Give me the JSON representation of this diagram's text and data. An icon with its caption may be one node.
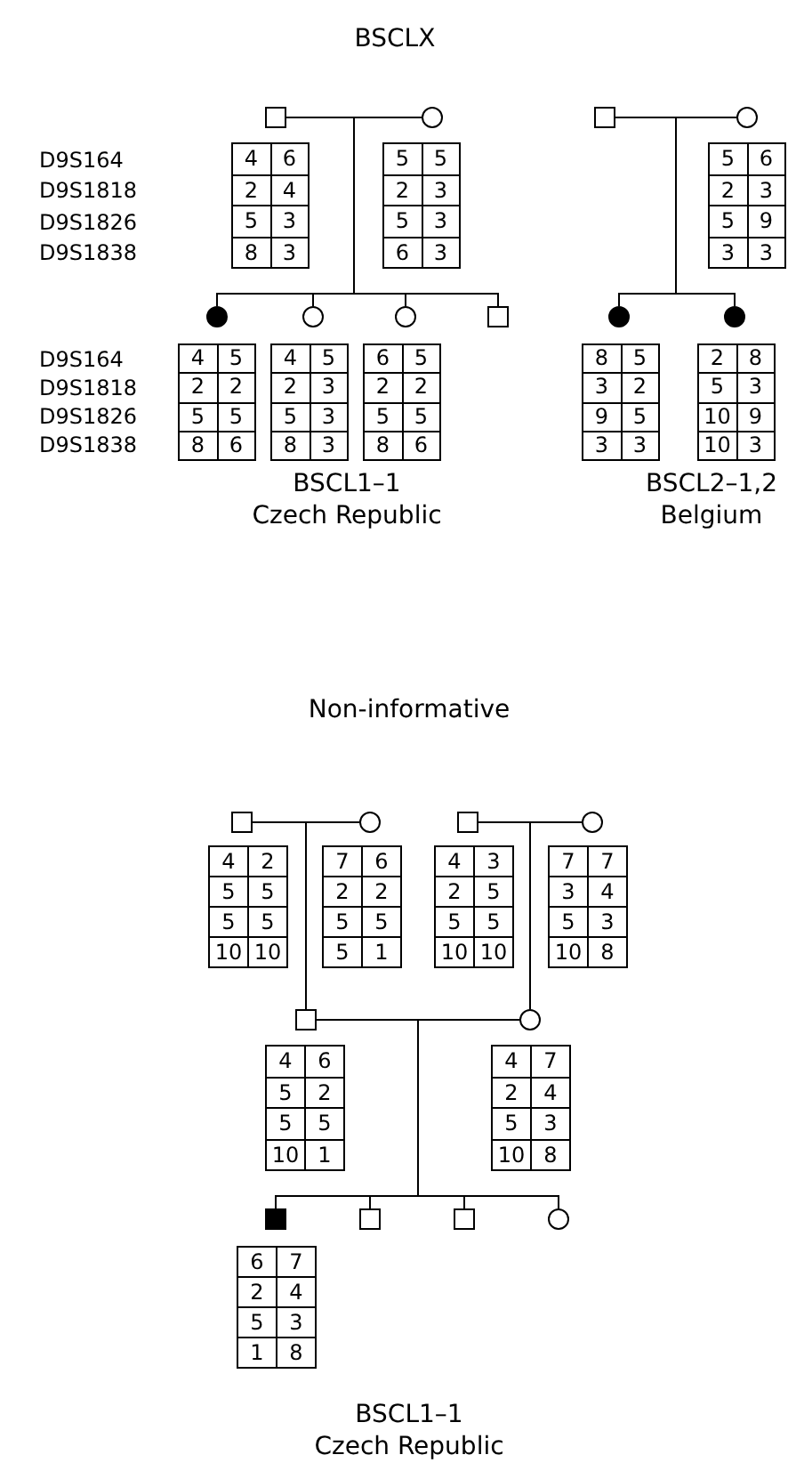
{
  "diagram": {
    "title": "BSCLX",
    "nodes": [
      {
        "text": [],
        "shape": "box",
        "beside": [
          "4",
          "6",
          "2",
          "4",
          "5",
          "3",
          "8",
          "3"
        ]
      },
      {
        "text": [],
        "shape": "circle",
        "beside": [
          "5",
          "5",
          "2",
          "3",
          "5",
          "3",
          "6",
          "3"
        ]
      },
      {
        "text": [],
        "shape": "box"
      },
      {
        "text": [],
        "shape": "circle",
        "beside": [
          "5",
          "6",
          "2",
          "3",
          "5",
          "9",
          "3",
          "3"
        ]
      },
      {
        "text": [],
        "shape": "circle",
        "beside": [
          "4",
          "5",
          "2",
          "2",
          "5",
          "5",
          "8",
          "6"
        ]
      },
      {
        "text": [],
        "shape": "circle",
        "beside": [
          "4",
          "5",
          "2",
          "3",
          "5",
          "3",
          "8",
          "3"
        ]
      },
      {
        "text": [],
        "shape": "circle",
        "beside": [
          "6",
          "5",
          "2",
          "2",
          "5",
          "5",
          "8",
          "6"
        ]
      },
      {
        "text": [],
        "shape": "box"
      },
      {
        "text": [],
        "shape": "circle",
        "beside": [
          "8",
          "5",
          "3",
          "2",
          "9",
          "5",
          "3",
          "3"
        ]
      },
      {
        "text": [],
        "shape": "circle",
        "beside": [
          "2",
          "8",
          "5",
          "3",
          "10",
          "9",
          "10",
          "3"
        ]
      },
      {
        "text": [],
        "shape": "box",
        "beside": [
          "4",
          "2",
          "5",
          "5",
          "5",
          "5",
          "10",
          "10"
        ]
      },
      {
        "text": [],
        "shape": "circle",
        "beside": [
          "7",
          "6",
          "2",
          "2",
          "5",
          "5",
          "5",
          "1"
        ]
      },
      {
        "text": [],
        "shape": "box",
        "beside": [
          "4",
          "3",
          "2",
          "5",
          "5",
          "5",
          "10",
          "10"
        ]
      },
      {
        "text": [],
        "shape": "circle",
        "beside": [
          "7",
          "7",
          "3",
          "4",
          "5",
          "3",
          "10",
          "8"
        ]
      },
      {
        "text": [],
        "shape": "box",
        "beside": [
          "4",
          "6",
          "5",
          "2",
          "5",
          "5",
          "10",
          "1"
        ]
      },
      {
        "text": [],
        "shape": "circle",
        "beside": [
          "4",
          "7",
          "2",
          "4",
          "5",
          "3",
          "10",
          "8"
        ]
      },
      {
        "text": [],
        "shape": "box",
        "beside": [
          "6",
          "7",
          "2",
          "4",
          "5",
          "3",
          "1",
          "8"
        ]
      },
      {
        "text": [],
        "shape": "box"
      },
      {
        "text": [],
        "shape": "box"
      },
      {
        "text": [],
        "shape": "circle"
      }
    ],
    "edges": [
      {
        "from": 0,
        "to": 1,
        "arrow": "none"
      },
      {
        "from": 0,
        "to": 4,
        "arrow": "none"
      },
      {
        "from": 0,
        "to": 5,
        "arrow": "none"
      },
      {
        "from": 0,
        "to": 6,
        "arrow": "none"
      },
      {
        "from": 0,
        "to": 7,
        "arrow": "none"
      },
      {
        "from": 1,
        "to": 4,
        "arrow": "none"
      },
      {
        "from": 1,
        "to": 5,
        "arrow": "none"
      },
      {
        "from": 1,
        "to": 6,
        "arrow": "none"
      },
      {
        "from": 1,
        "to": 7,
        "arrow": "none"
      },
      {
        "from": 2,
        "to": 3,
        "arrow": "none"
      },
      {
        "from": 2,
        "to": 8,
        "arrow": "none"
      },
      {
        "from": 2,
        "to": 9,
        "arrow": "none"
      },
      {
        "from": 3,
        "to": 8,
        "arrow": "none"
      },
      {
        "from": 3,
        "to": 9,
        "arrow": "none"
      },
      {
        "from": 10,
        "to": 11,
        "arrow": "none"
      },
      {
        "from": 10,
        "to": 14,
        "arrow": "none"
      },
      {
        "from": 11,
        "to": 14,
        "arrow": "none"
      },
      {
        "from": 12,
        "to": 13,
        "arrow": "none"
      },
      {
        "from": 12,
        "to": 15,
        "arrow": "none"
      },
      {
        "from": 13,
        "to": 15,
        "arrow": "none"
      },
      {
        "from": 14,
        "to": 15,
        "arrow": "none"
      },
      {
        "from": 14,
        "to": 16,
        "arrow": "none"
      },
      {
        "from": 14,
        "to": 17,
        "arrow": "none"
      },
      {
        "from": 14,
        "to": 18,
        "arrow": "none"
      },
      {
        "from": 14,
        "to": 19,
        "arrow": "none"
      },
      {
        "from": 15,
        "to": 16,
        "arrow": "none"
      },
      {
        "from": 15,
        "to": 17,
        "arrow": "none"
      },
      {
        "from": 15,
        "to": 18,
        "arrow": "none"
      },
      {
        "from": 15,
        "to": 19,
        "arrow": "none"
      }
    ],
    "labels": [
      "D9S164",
      "D9S1818",
      "D9S1826",
      "D9S1838",
      "D9S164",
      "D9S1818",
      "D9S1826",
      "D9S1838",
      "BSCL1–1",
      "BSCL2–1,2",
      "Czech Republic",
      "Belgium",
      "Non-informative",
      "BSCL1–1",
      "Czech Republic"
    ]
  }
}
